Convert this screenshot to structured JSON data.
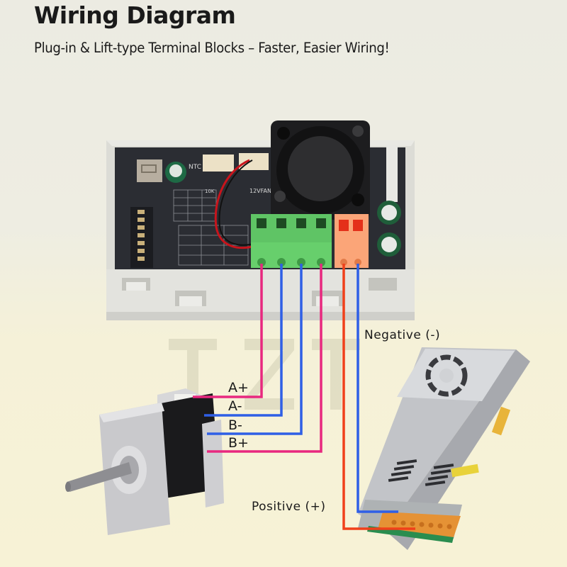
{
  "header": {
    "title": "Wiring Diagram",
    "subtitle": "Plug-in & Lift-type Terminal Blocks – Faster, Easier Wiring!"
  },
  "watermark": {
    "text": "TZT"
  },
  "controller": {
    "board_labels": {
      "ntc": "NTC",
      "fan": "12VFAN",
      "res": "10K"
    },
    "terminals": [
      {
        "id": "A+",
        "block": "motor",
        "color": "#e8287f"
      },
      {
        "id": "A-",
        "block": "motor",
        "color": "#2f5fe6"
      },
      {
        "id": "B-",
        "block": "motor",
        "color": "#2f5fe6"
      },
      {
        "id": "B+",
        "block": "motor",
        "color": "#e8287f"
      },
      {
        "id": "V+",
        "block": "power",
        "color": "#f0401a"
      },
      {
        "id": "V-",
        "block": "power",
        "color": "#2f5fe6"
      }
    ]
  },
  "motor_wires": [
    {
      "label": "A+",
      "color": "#e8287f"
    },
    {
      "label": "A-",
      "color": "#2f5fe6"
    },
    {
      "label": "B-",
      "color": "#2f5fe6"
    },
    {
      "label": "B+",
      "color": "#e8287f"
    }
  ],
  "power_wires": {
    "negative": {
      "label": "Negative (-)",
      "color": "#2f5fe6"
    },
    "positive": {
      "label": "Positive (+)",
      "color": "#f0401a"
    }
  },
  "components": {
    "motor": "stepper-motor",
    "power_supply": "switching-power-supply",
    "controller": "stepper-driver-controller"
  }
}
